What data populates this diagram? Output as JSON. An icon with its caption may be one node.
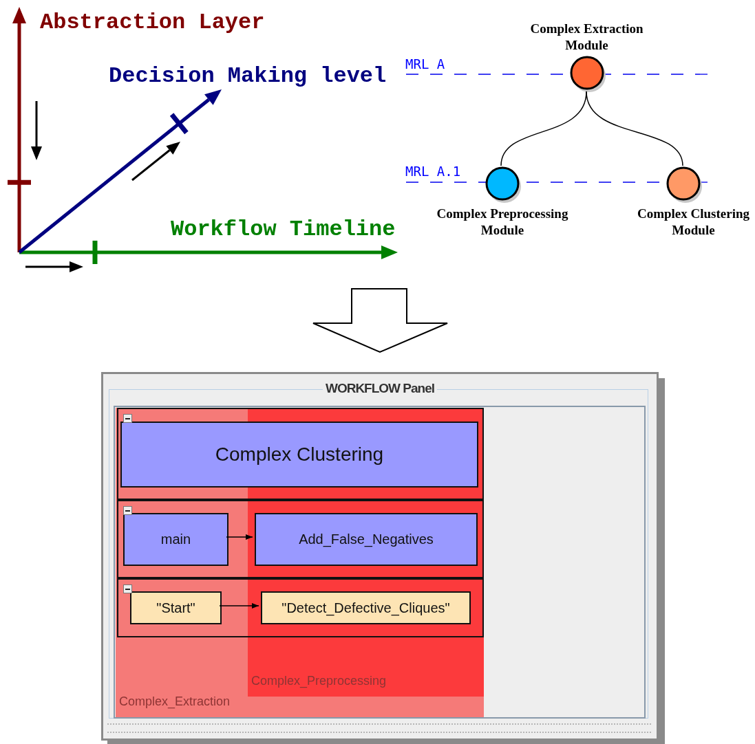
{
  "diagram": {
    "nodes": [
      {
        "text": [
          "Complex Extraction Module"
        ]
      },
      {
        "text": [
          "Complex Preprocessing Module"
        ]
      },
      {
        "text": [
          "Complex Clustering Module"
        ]
      },
      {
        "text": [
          "WORKFLOW Panel"
        ]
      },
      {
        "text": [
          "Complex_Extraction"
        ],
        "in": 3
      },
      {
        "text": [
          "Complex_Preprocessing"
        ],
        "in": 4
      },
      {
        "text": [
          "Complex Clustering"
        ],
        "in": 4
      },
      {
        "text": [
          "main"
        ],
        "in": 4
      },
      {
        "text": [
          "Add_False_Negatives"
        ],
        "in": 5
      },
      {
        "text": [
          "\"Start\""
        ],
        "in": 4
      },
      {
        "text": [
          "\"Detect_Defective_Cliques\""
        ],
        "in": 5
      }
    ],
    "edges": [
      {
        "from": 0,
        "to": 1,
        "arrow": "none"
      },
      {
        "from": 0,
        "to": 2,
        "arrow": "none"
      },
      {
        "from": 7,
        "to": 8,
        "arrow": "to"
      },
      {
        "from": 9,
        "to": 10,
        "arrow": "to"
      },
      {
        "from": null,
        "to": 3,
        "arrow": "to"
      }
    ],
    "labels": [
      "Abstraction Layer",
      "Decision Making level",
      "MRL A",
      "MRL A.1",
      "Workflow Timeline"
    ]
  }
}
